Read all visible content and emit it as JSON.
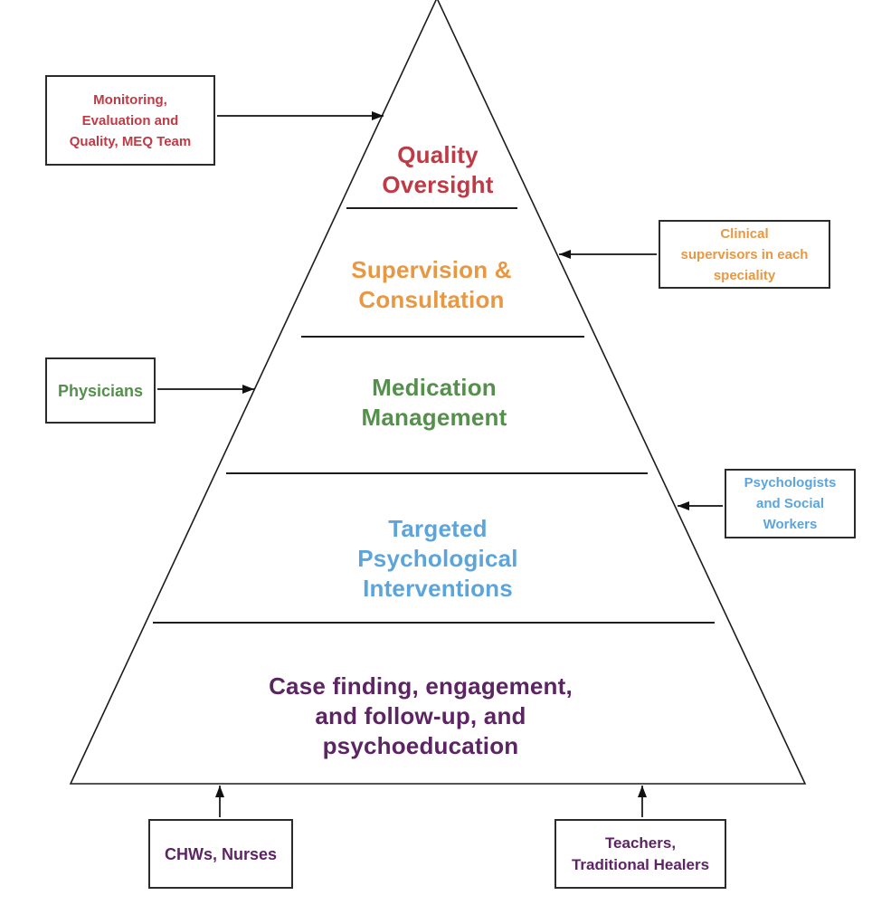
{
  "diagram": {
    "type": "pyramid",
    "colors": {
      "tier1": "#bf3a44",
      "tier2": "#e89742",
      "tier3": "#54904b",
      "tier4": "#5ba5db",
      "tier5": "#5d2464",
      "outline": "#1c1c1c"
    },
    "tiers": [
      {
        "id": "quality-oversight",
        "color": "#bf3a44",
        "lines": [
          "Quality",
          "Oversight"
        ]
      },
      {
        "id": "supervision-consultation",
        "color": "#e89742",
        "lines": [
          "Supervision &",
          "Consultation"
        ]
      },
      {
        "id": "medication-management",
        "color": "#54904b",
        "lines": [
          "Medication",
          "Management"
        ]
      },
      {
        "id": "targeted-psychological-interventions",
        "color": "#5ba5db",
        "lines": [
          "Targeted",
          "Psychological",
          "Interventions"
        ]
      },
      {
        "id": "case-finding",
        "color": "#5d2464",
        "lines": [
          "Case finding, engagement,",
          "and follow-up, and",
          "psychoeducation"
        ]
      }
    ],
    "callouts": [
      {
        "id": "meq-team",
        "color": "#bf3a44",
        "lines": [
          "Monitoring,",
          "Evaluation and",
          "Quality, MEQ Team"
        ]
      },
      {
        "id": "clinical-supervisors",
        "color": "#e89742",
        "lines": [
          "Clinical",
          "supervisors in each",
          "speciality"
        ]
      },
      {
        "id": "physicians",
        "color": "#54904b",
        "lines": [
          "Physicians"
        ]
      },
      {
        "id": "psychologists-social-workers",
        "color": "#5ba5db",
        "lines": [
          "Psychologists",
          "and Social",
          "Workers"
        ]
      },
      {
        "id": "chws-nurses",
        "color": "#5d2464",
        "lines": [
          "CHWs, Nurses"
        ]
      },
      {
        "id": "teachers-traditional-healers",
        "color": "#5d2464",
        "lines": [
          "Teachers,",
          "Traditional Healers"
        ]
      }
    ]
  }
}
